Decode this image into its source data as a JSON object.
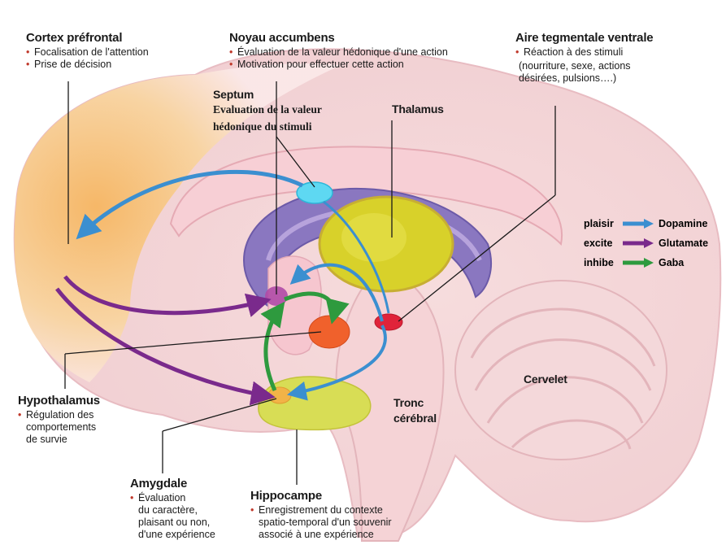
{
  "labels": {
    "cortex": {
      "title": "Cortex préfrontal",
      "items": [
        "Focalisation de l'attention",
        "Prise de décision"
      ]
    },
    "accumbens": {
      "title": "Noyau accumbens",
      "items": [
        "Évaluation de la valeur hédonique d'une action",
        "Motivation pour effectuer cette action"
      ]
    },
    "atv": {
      "title": "Aire tegmentale ventrale",
      "items": [
        "Réaction à des stimuli"
      ],
      "extra": [
        "(nourriture, sexe, actions",
        "désirées, pulsions….)"
      ]
    },
    "septum": {
      "title": "Septum",
      "lines": [
        "Evaluation de la valeur",
        "hédonique du stimuli"
      ]
    },
    "thalamus": {
      "title": "Thalamus"
    },
    "hypothalamus": {
      "title": "Hypothalamus",
      "items": [
        "Régulation des",
        "comportements",
        "de survie"
      ]
    },
    "amygdale": {
      "title": "Amygdale",
      "items": [
        "Évaluation",
        "du caractère,",
        "plaisant ou non,",
        "d'une expérience"
      ]
    },
    "hippocampe": {
      "title": "Hippocampe",
      "items": [
        "Enregistrement du contexte",
        "spatio-temporal d'un souvenir",
        "associé à une expérience"
      ]
    },
    "tronc": {
      "lines": [
        "Tronc",
        "cérébral"
      ]
    },
    "cervelet": {
      "title": "Cervelet"
    }
  },
  "legend": [
    {
      "word": "plaisir",
      "label": "Dopamine",
      "color": "#3b8fd0"
    },
    {
      "word": "excite",
      "label": "Glutamate",
      "color": "#7a2a8c"
    },
    {
      "word": "inhibe",
      "label": "Gaba",
      "color": "#2e9a3e"
    }
  ],
  "colors": {
    "cortex": "#f4c27a",
    "brain": "#f7dadd",
    "limbic": "#8a77c0",
    "thalamus": "#d8d12a",
    "dopamine": "#3b8fd0",
    "glutamate": "#7a2a8c",
    "gaba": "#2e9a3e"
  }
}
